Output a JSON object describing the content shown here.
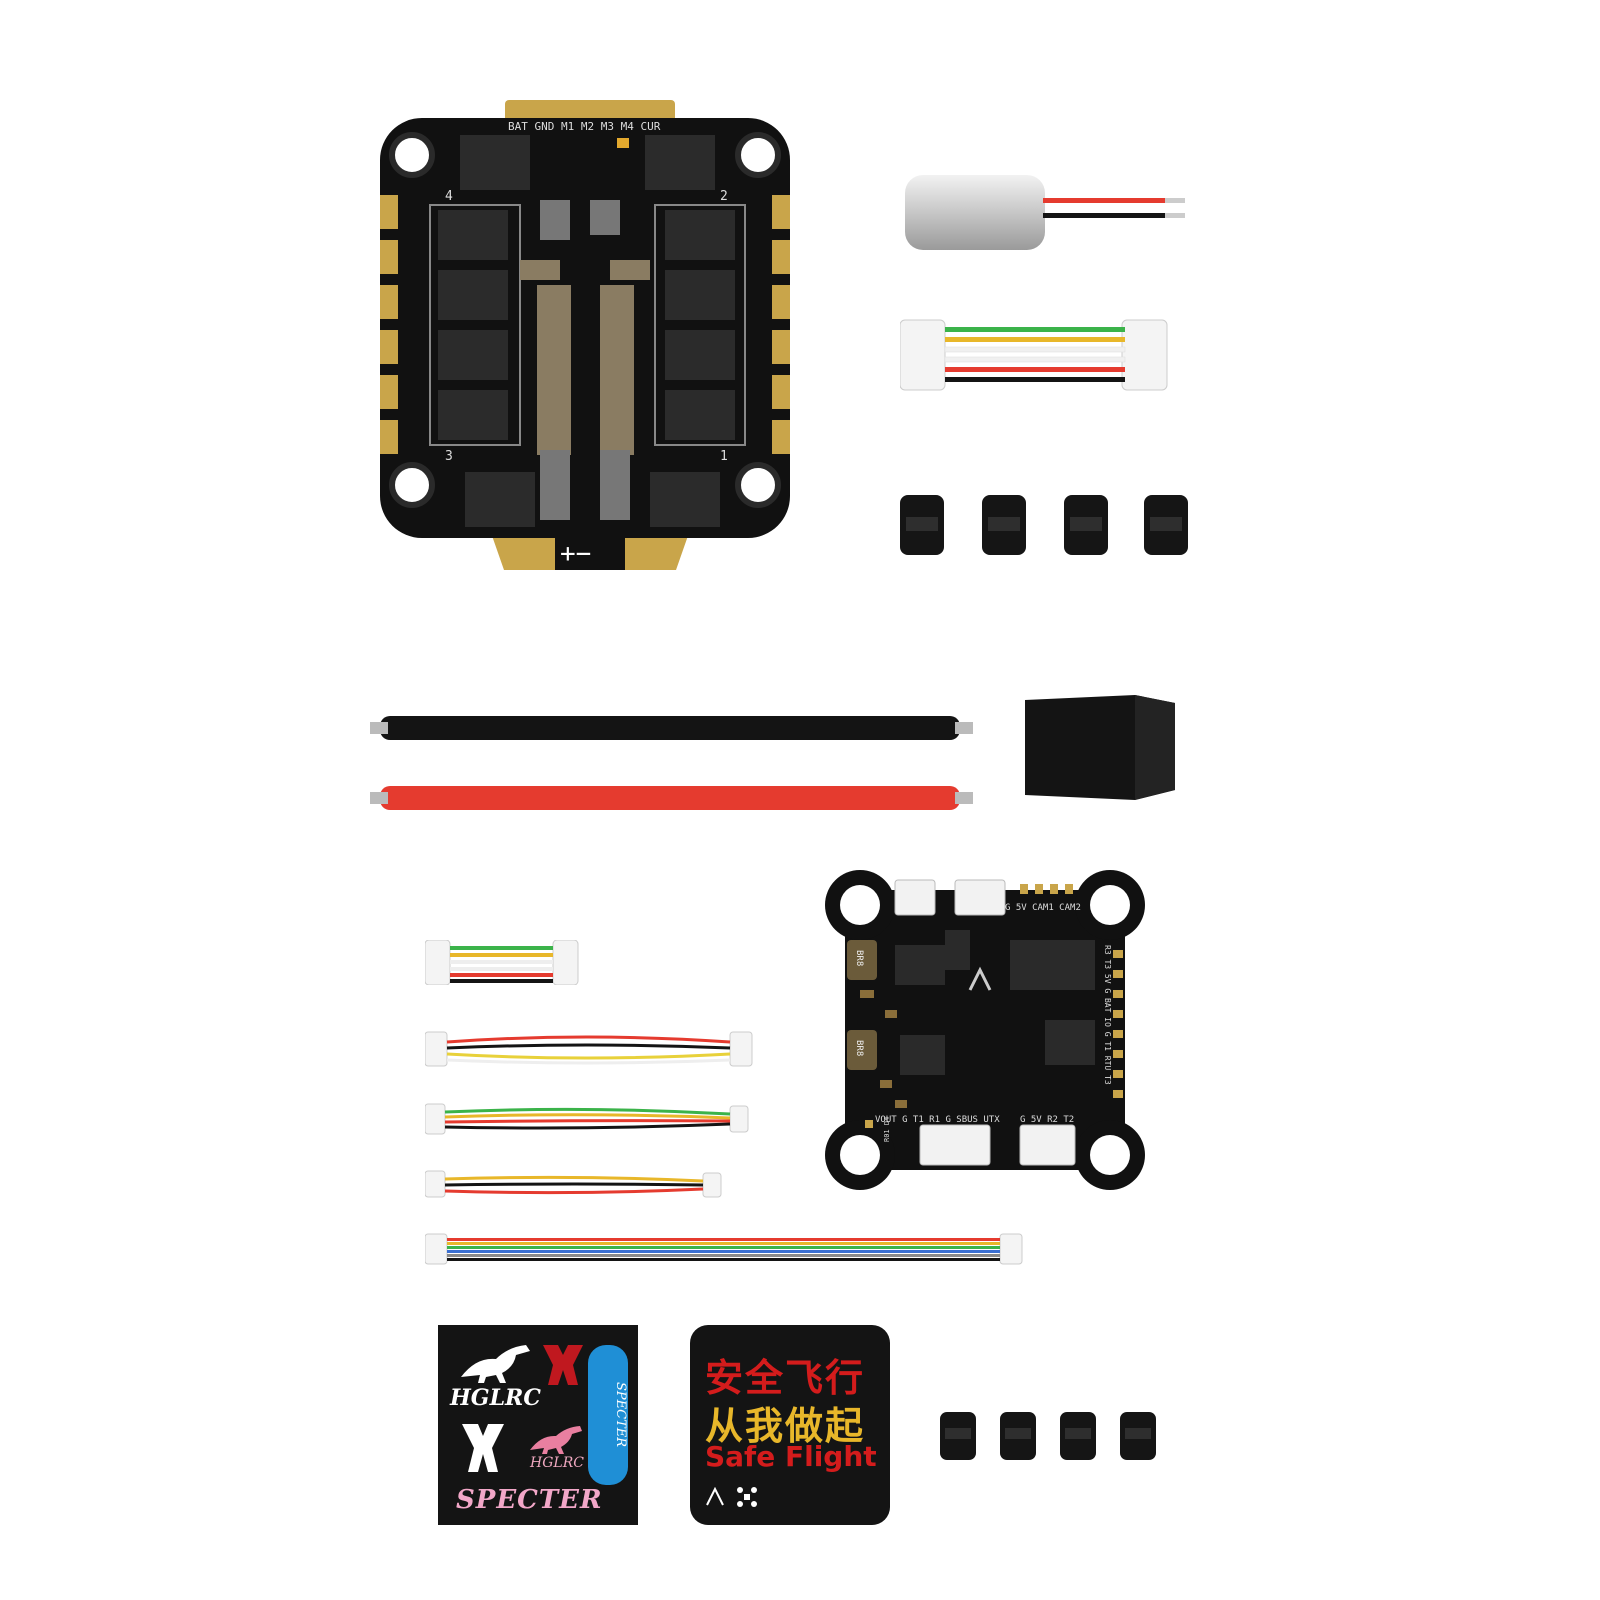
{
  "esc": {
    "header_label": "BAT GND M1 M2 M3 M4 CUR",
    "pad_labels": [
      "1",
      "2",
      "3",
      "4"
    ],
    "polarity": "+−"
  },
  "fc": {
    "top_label": "G 5V CAM1 CAM2",
    "bottom_left_label": "VOUT G T1 R1 G SBUS UTX",
    "bottom_right_label": "G 5V R2 T2",
    "side_label": "R3 T3 5V G BAT IO G T1 RTU T3",
    "ic_marks": [
      "BR8",
      "BR8"
    ],
    "corner_label": "R01 D4"
  },
  "sticker_brand": {
    "brand_top": "HGLRC",
    "brand_small": "HGLRC",
    "product": "SPECTER",
    "side_product": "SPECTER"
  },
  "sticker_safety": {
    "line1": "安全飞行",
    "line2": "从我做起",
    "line3": "Safe Flight"
  },
  "colors": {
    "board": "#111111",
    "gold": "#c9a54a",
    "red_wire": "#e53b2f",
    "black_wire": "#141414",
    "sticker_red": "#d41c1c",
    "sticker_yellow": "#e8b72a"
  }
}
